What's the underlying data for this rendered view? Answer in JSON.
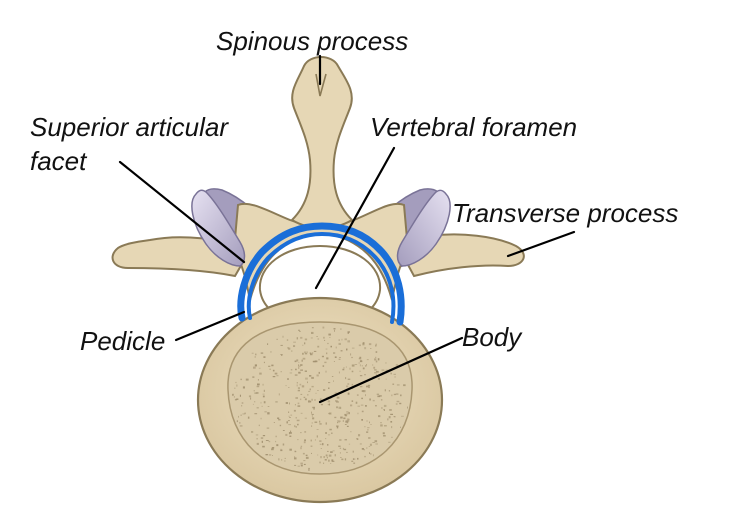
{
  "labels": {
    "spinous_process": "Spinous process",
    "superior_articular_facet_line1": "Superior articular",
    "superior_articular_facet_line2": "facet",
    "vertebral_foramen": "Vertebral foramen",
    "transverse_process": "Transverse process",
    "pedicle": "Pedicle",
    "body": "Body"
  },
  "colors": {
    "bone_fill": "#e6d7b5",
    "bone_outline": "#8a7a56",
    "bone_shadow": "#c9b48a",
    "cancellous_fill": "#dacbaa",
    "cancellous_speckle": "#9e8d6c",
    "facet_fill": "#d9d3e8",
    "facet_shadow": "#9f99b8",
    "pedicle_highlight": "#1a6ed8",
    "text": "#111111"
  }
}
